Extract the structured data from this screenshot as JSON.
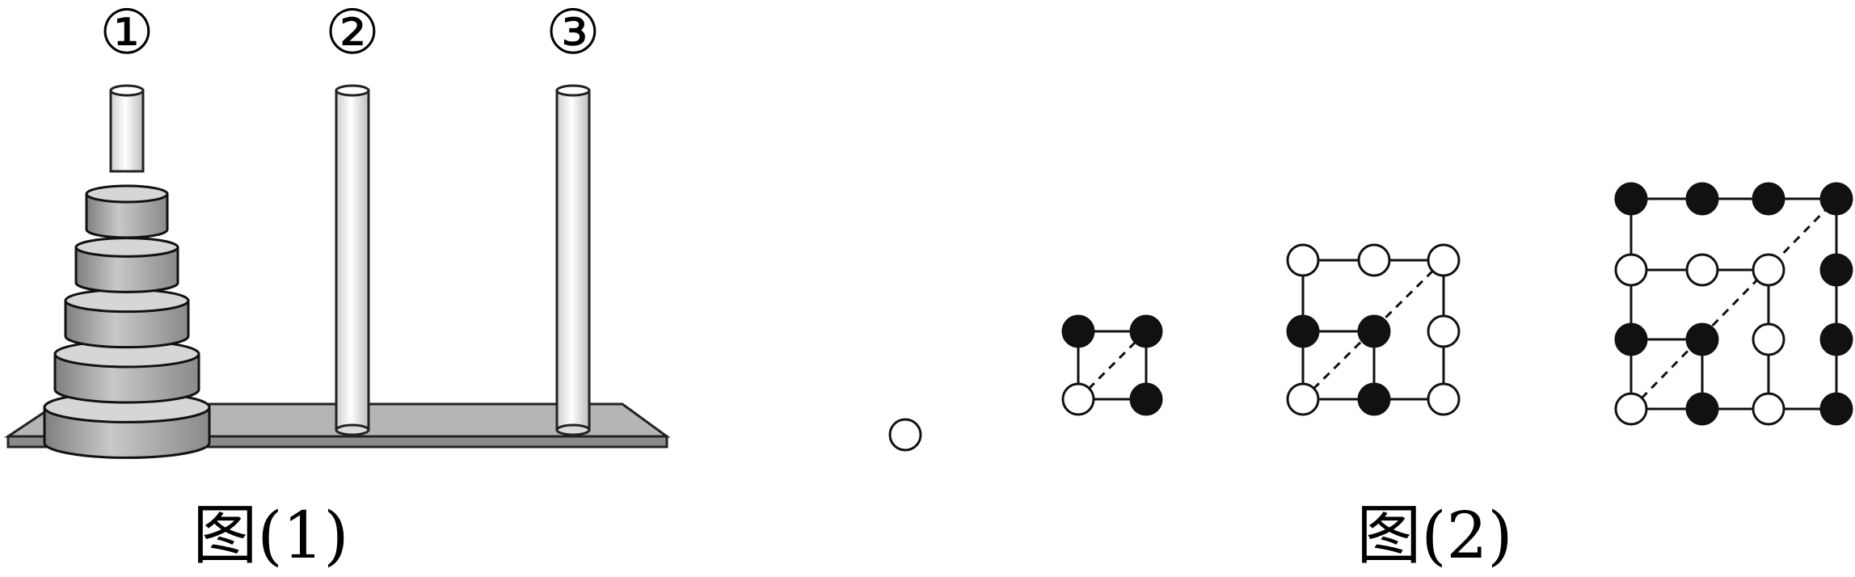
{
  "figure1": {
    "caption": "图(1)",
    "peg_labels": [
      "①",
      "②",
      "③"
    ],
    "disc_count": 5
  },
  "figure2": {
    "caption": "图(2)",
    "pattern_sizes": [
      1,
      2,
      3,
      4
    ]
  },
  "colors": {
    "ink": "#000000",
    "paper": "#ffffff",
    "base_fill": "#9a9a9a",
    "base_top": "#b9b9b9",
    "disc_fill": "#a8a8a8",
    "peg_fill": "#f0f0f0"
  }
}
